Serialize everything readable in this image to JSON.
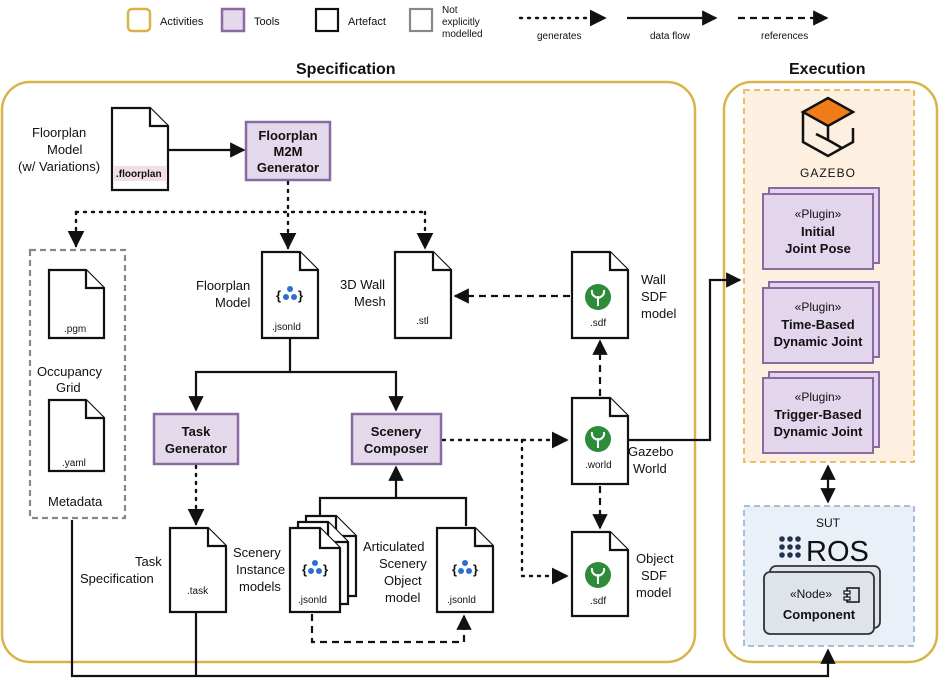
{
  "legend": {
    "activities": "Activities",
    "tools": "Tools",
    "artefact": "Artefact",
    "not_modelled_1": "Not",
    "not_modelled_2": "explicitly",
    "not_modelled_3": "modelled",
    "generates": "generates",
    "data_flow": "data flow",
    "references": "references"
  },
  "colors": {
    "activities": "#d9b44a",
    "tools_fill": "#e4d9ea",
    "tools_stroke": "#8a6aa3",
    "execution_bg": "#fdf0e0",
    "sut_bg": "#eaf0f8",
    "gazebo_orange": "#f07d1a",
    "sdf_green": "#2e8b3a",
    "ros_blue": "#22314e"
  },
  "sections": {
    "specification": "Specification",
    "execution": "Execution"
  },
  "artefacts": {
    "floorplan_model_var_1": "Floorplan",
    "floorplan_model_var_2": "Model",
    "floorplan_model_var_3": "(w/ Variations)",
    "floorplan_ext": ".floorplan",
    "floorplan_model_1": "Floorplan",
    "floorplan_model_2": "Model",
    "jsonld_ext": ".jsonld",
    "wall_mesh_1": "3D Wall",
    "wall_mesh_2": "Mesh",
    "stl_ext": ".stl",
    "wall_sdf_1": "Wall",
    "wall_sdf_2": "SDF",
    "wall_sdf_3": "model",
    "sdf_ext": ".sdf",
    "pgm_ext": ".pgm",
    "occupancy_1": "Occupancy",
    "occupancy_2": "Grid",
    "yaml_ext": ".yaml",
    "metadata": "Metadata",
    "gazebo_world_1": "Gazebo",
    "gazebo_world_2": "World",
    "world_ext": ".world",
    "task_spec_1": "Task",
    "task_spec_2": "Specification",
    "task_ext": ".task",
    "scenery_inst_1": "Scenery",
    "scenery_inst_2": "Instance",
    "scenery_inst_3": "models",
    "articulated_1": "Articulated",
    "articulated_2": "Scenery",
    "articulated_3": "Object",
    "articulated_4": "model",
    "object_sdf_1": "Object",
    "object_sdf_2": "SDF",
    "object_sdf_3": "model"
  },
  "tools": {
    "m2m_1": "Floorplan",
    "m2m_2": "M2M",
    "m2m_3": "Generator",
    "task_gen_1": "Task",
    "task_gen_2": "Generator",
    "scenery_1": "Scenery",
    "scenery_2": "Composer"
  },
  "execution": {
    "gazebo_label": "GAZEBO",
    "plugins": [
      {
        "stereotype": "«Plugin»",
        "line1": "Initial",
        "line2": "Joint Pose"
      },
      {
        "stereotype": "«Plugin»",
        "line1": "Time-Based",
        "line2": "Dynamic Joint"
      },
      {
        "stereotype": "«Plugin»",
        "line1": "Trigger-Based",
        "line2": "Dynamic Joint"
      }
    ],
    "sut": "SUT",
    "ros": "ROS",
    "node_stereotype": "«Node»",
    "component": "Component"
  }
}
